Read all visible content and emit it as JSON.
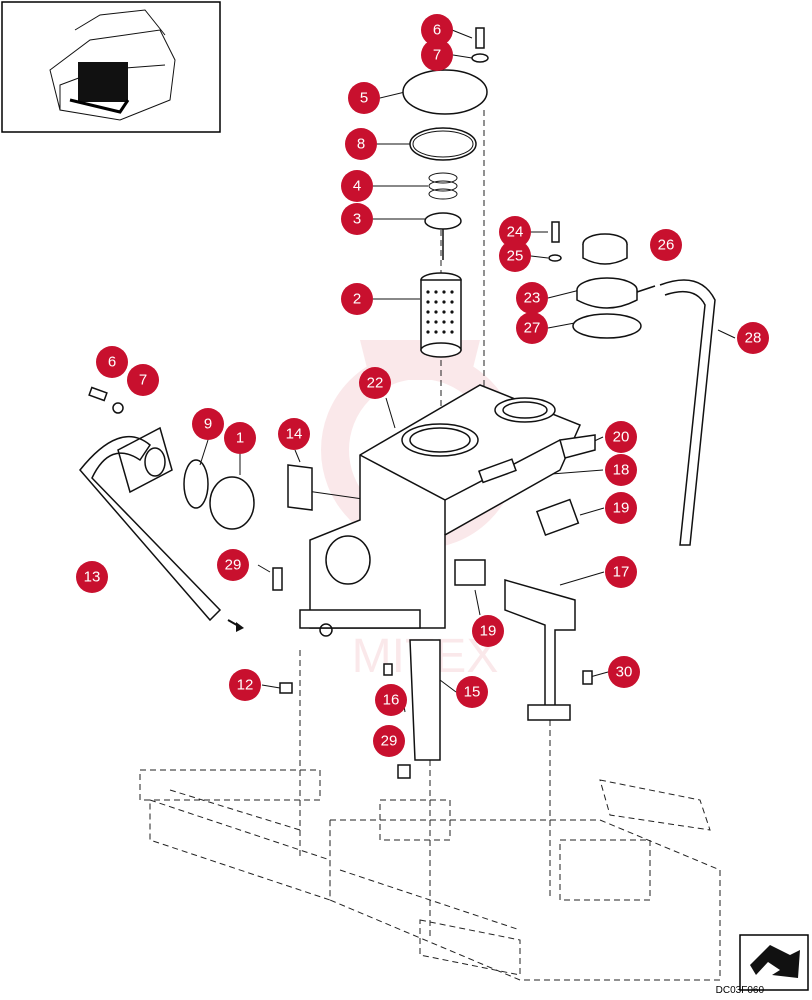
{
  "figure": {
    "code": "DC03F060",
    "watermark": "MITEX"
  },
  "colors": {
    "callout": "#c8102e",
    "line": "#111111",
    "watermark": "#f3c0c4"
  },
  "callouts": [
    "6",
    "7",
    "5",
    "8",
    "4",
    "3",
    "2",
    "24",
    "26",
    "25",
    "23",
    "27",
    "28",
    "6",
    "7",
    "22",
    "9",
    "1",
    "14",
    "20",
    "18",
    "19",
    "13",
    "29",
    "17",
    "19",
    "12",
    "16",
    "15",
    "30",
    "29"
  ],
  "icons": [
    "locator-thumbnail",
    "direction-arrow-icon"
  ]
}
